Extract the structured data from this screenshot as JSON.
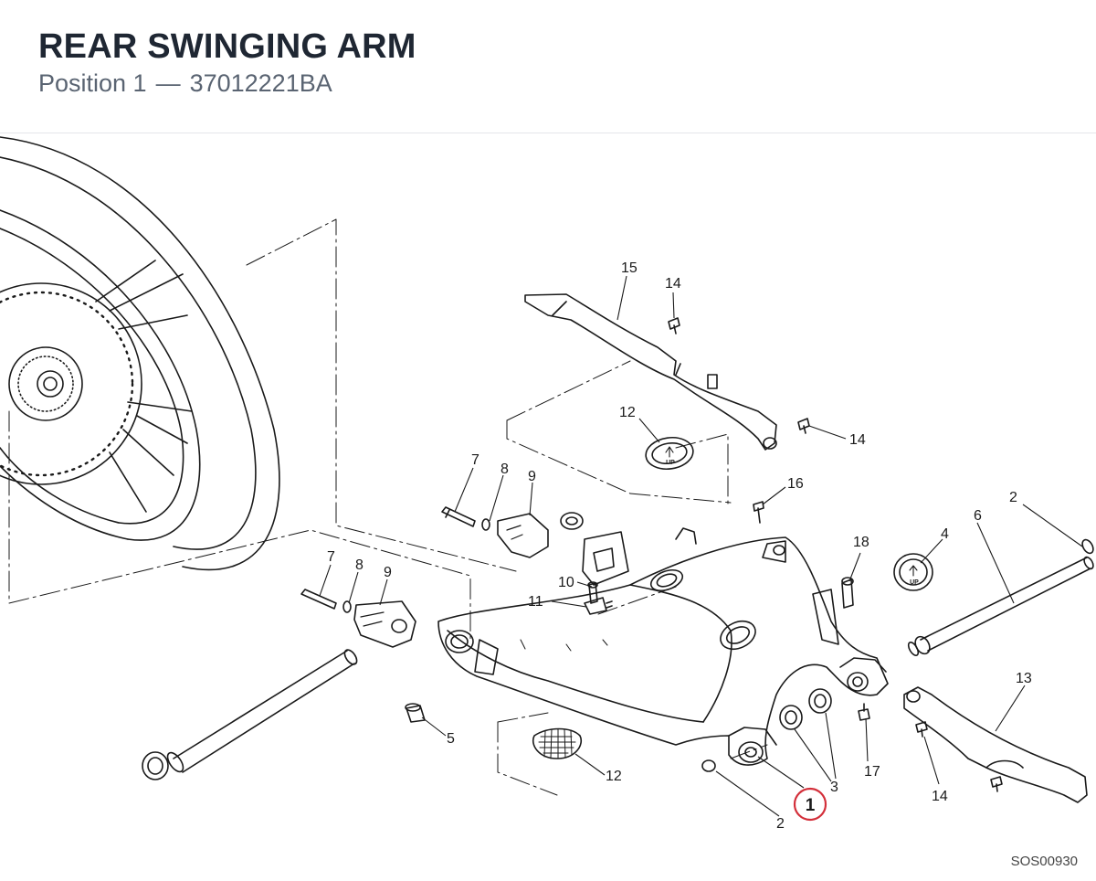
{
  "header": {
    "title": "REAR SWINGING ARM",
    "position_label": "Position 1",
    "separator": "—",
    "part_number": "37012221BA"
  },
  "drawing_code": "SOS00930",
  "highlighted_callout": "1",
  "callouts": {
    "c15": "15",
    "c14a": "14",
    "c14b": "14",
    "c12a": "12",
    "c7a": "7",
    "c8a": "8",
    "c9a": "9",
    "c16": "16",
    "c2a": "2",
    "c6": "6",
    "c4": "4",
    "c18": "18",
    "c7b": "7",
    "c8b": "8",
    "c9b": "9",
    "c10": "10",
    "c11": "11",
    "c13": "13",
    "c5": "5",
    "c12b": "12",
    "c17": "17",
    "c3": "3",
    "c14c": "14",
    "c2b": "2"
  },
  "plug_text": "UP",
  "colors": {
    "title": "#1f2733",
    "subtitle": "#5a6472",
    "highlight": "#d32f3a",
    "line": "#1a1a1a"
  }
}
